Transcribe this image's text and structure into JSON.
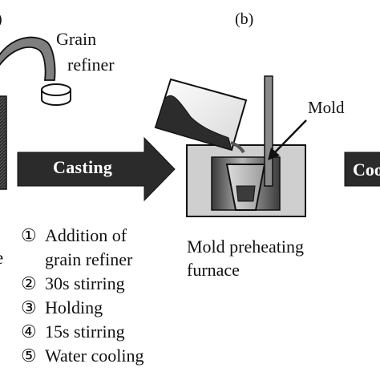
{
  "panels": {
    "a_label": ")",
    "b_label": "(b)"
  },
  "grain_refiner": {
    "line1": "Grain",
    "line2": "refiner"
  },
  "casting_arrow": {
    "label": "Casting"
  },
  "mold": {
    "label": "Mold"
  },
  "next_arrow": {
    "label": "Coo"
  },
  "left_fragment": "e",
  "steps": [
    {
      "num": "①",
      "text": "Addition of"
    },
    {
      "num": "",
      "text": "grain refiner"
    },
    {
      "num": "②",
      "text": "30s stirring"
    },
    {
      "num": "③",
      "text": "Holding"
    },
    {
      "num": "④",
      "text": "15s stirring"
    },
    {
      "num": "⑤",
      "text": "Water cooling"
    }
  ],
  "furnace": {
    "line1": "Mold preheating",
    "line2": "furnace"
  }
}
